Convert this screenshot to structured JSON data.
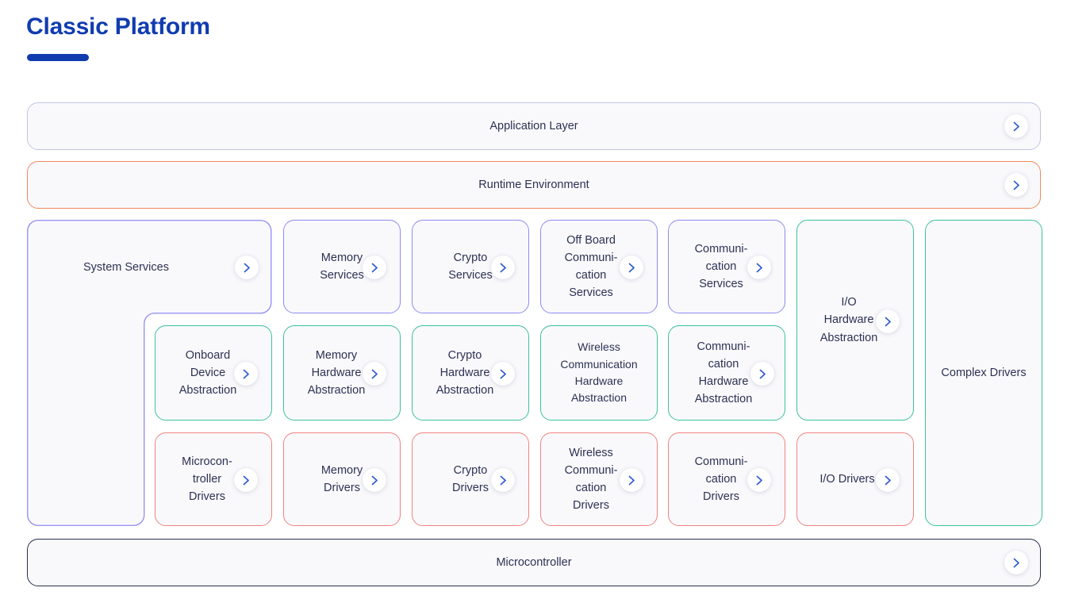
{
  "header": {
    "title": "Classic Platform",
    "accent_color": "#113cb0"
  },
  "icons": {
    "chevron_right": "chevron-right-icon"
  },
  "colors": {
    "lavender_border": "#c1c4e0",
    "violet_border": "#8f8bf0",
    "orange_border": "#ef8a5c",
    "green_border": "#3cc298",
    "red_border": "#f08383",
    "navy_border": "#27304f",
    "card_fill": "#f9f9fc",
    "text": "#2c3152",
    "chevron": "#2f5ad0"
  },
  "bars": {
    "application_layer": {
      "label": "Application Layer",
      "has_chevron": true
    },
    "runtime_environment": {
      "label": "Runtime Environment",
      "has_chevron": true
    },
    "microcontroller": {
      "label": "Microcontroller",
      "has_chevron": true
    }
  },
  "stack": {
    "system_services": {
      "label": "System Services",
      "has_chevron": true
    },
    "complex_drivers": {
      "label": "Complex Drivers",
      "has_chevron": false
    },
    "io_hardware_abstraction": {
      "label": "I/O\nHardware\nAbstraction",
      "has_chevron": true
    },
    "services_row": [
      {
        "label": "Memory\nServices",
        "has_chevron": true
      },
      {
        "label": "Crypto\nServices",
        "has_chevron": true
      },
      {
        "label": "Off Board\nCommuni-\ncation\nServices",
        "has_chevron": true
      },
      {
        "label": "Communi-\ncation\nServices",
        "has_chevron": true
      }
    ],
    "abstraction_row": [
      {
        "label": "Onboard\nDevice\nAbstraction",
        "has_chevron": true
      },
      {
        "label": "Memory\nHardware\nAbstraction",
        "has_chevron": true
      },
      {
        "label": "Crypto\nHardware\nAbstraction",
        "has_chevron": true
      },
      {
        "label": "Wireless\nCommunication\nHardware\nAbstraction",
        "has_chevron": false
      },
      {
        "label": "Communi-\ncation\nHardware\nAbstraction",
        "has_chevron": true
      }
    ],
    "drivers_row": [
      {
        "label": "Microcon-\ntroller\nDrivers",
        "has_chevron": true
      },
      {
        "label": "Memory\nDrivers",
        "has_chevron": true
      },
      {
        "label": "Crypto\nDrivers",
        "has_chevron": true
      },
      {
        "label": "Wireless\nCommuni-\ncation\nDrivers",
        "has_chevron": true
      },
      {
        "label": "Communi-\ncation\nDrivers",
        "has_chevron": true
      },
      {
        "label": "I/O Drivers",
        "has_chevron": true
      }
    ]
  }
}
